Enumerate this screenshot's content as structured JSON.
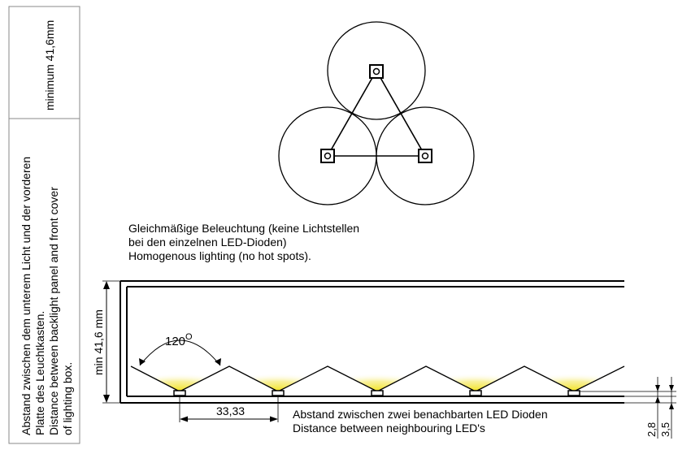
{
  "sidebar": {
    "top_label": "minimum 41,6mm",
    "lines": [
      "Abstand zwischen dem unterem Licht und der vorderen",
      "Platte des Leuchtkasten.",
      "Distance between backlight panel and front cover",
      "of lighting box."
    ]
  },
  "circles_caption": [
    "Gleichmäßige Beleuchtung (keine Lichtstellen",
    "bei den einzelnen LED-Dioden)",
    "Homogenous lighting (no hot spots)."
  ],
  "section": {
    "height_label": "min 41,6  mm",
    "angle_label": "120",
    "angle_unit": "O",
    "spacing_label": "33,33",
    "spacing_caption": [
      "Abstand zwischen zwei benachbarten LED Dioden",
      "Distance between neighbouring LED's"
    ],
    "dim_small_1": "2,8",
    "dim_small_2": "3,5",
    "glow_color": "#f2e21a"
  }
}
